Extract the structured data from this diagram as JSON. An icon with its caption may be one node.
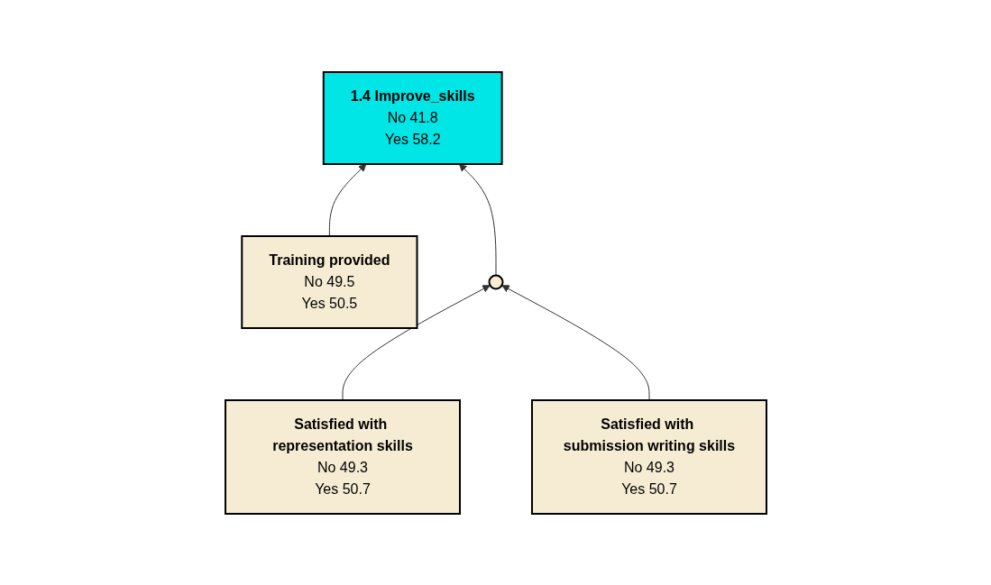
{
  "diagram": {
    "nodes": [
      {
        "text": [
          "1.4 Improve_skills",
          "No 41.8",
          "Yes 58.2"
        ]
      },
      {
        "text": [
          "Training provided",
          "No 49.5",
          "Yes 50.5"
        ]
      },
      {
        "text": [],
        "shape": "circle"
      },
      {
        "text": [
          "Satisfied with representation skills",
          "No 49.3",
          "Yes 50.7"
        ]
      },
      {
        "text": [
          "Satisfied with submission writing skills",
          "No 49.3",
          "Yes 50.7"
        ]
      }
    ],
    "edges": [
      {
        "from": 1,
        "to": 0,
        "arrow": "to"
      },
      {
        "from": 2,
        "to": 0,
        "arrow": "to"
      },
      {
        "from": 3,
        "to": 2,
        "arrow": "to"
      },
      {
        "from": 4,
        "to": 2,
        "arrow": "to"
      }
    ]
  }
}
